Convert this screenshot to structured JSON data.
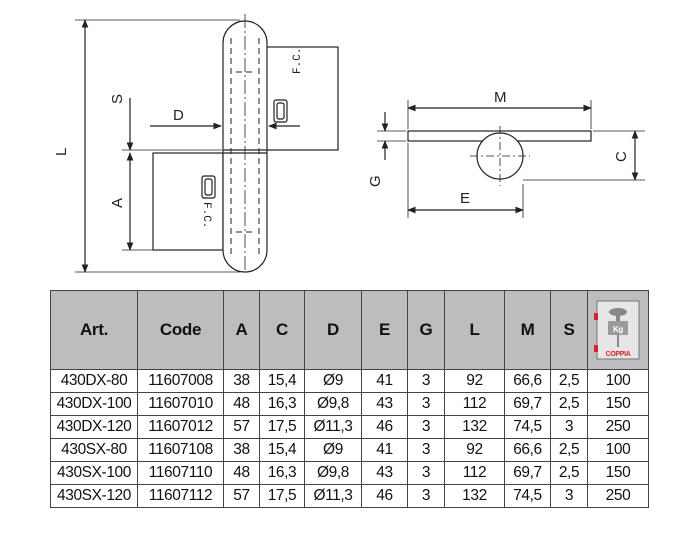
{
  "drawing": {
    "dims": {
      "L": "L",
      "S": "S",
      "D": "D",
      "A": "A",
      "M": "M",
      "C": "C",
      "G": "G",
      "E": "E",
      "fc": "F.C."
    }
  },
  "table": {
    "headers": [
      "Art.",
      "Code",
      "A",
      "C",
      "D",
      "E",
      "G",
      "L",
      "M",
      "S"
    ],
    "load_icon": {
      "weight": "Kg",
      "label": "COPPIA",
      "accent": "#e02020"
    },
    "rows": [
      [
        "430DX-80",
        "11607008",
        "38",
        "15,4",
        "Ø9",
        "41",
        "3",
        "92",
        "66,6",
        "2,5",
        "100"
      ],
      [
        "430DX-100",
        "11607010",
        "48",
        "16,3",
        "Ø9,8",
        "43",
        "3",
        "112",
        "69,7",
        "2,5",
        "150"
      ],
      [
        "430DX-120",
        "11607012",
        "57",
        "17,5",
        "Ø11,3",
        "46",
        "3",
        "132",
        "74,5",
        "3",
        "250"
      ],
      [
        "430SX-80",
        "11607108",
        "38",
        "15,4",
        "Ø9",
        "41",
        "3",
        "92",
        "66,6",
        "2,5",
        "100"
      ],
      [
        "430SX-100",
        "11607110",
        "48",
        "16,3",
        "Ø9,8",
        "43",
        "3",
        "112",
        "69,7",
        "2,5",
        "150"
      ],
      [
        "430SX-120",
        "11607112",
        "57",
        "17,5",
        "Ø11,3",
        "46",
        "3",
        "132",
        "74,5",
        "3",
        "250"
      ]
    ]
  }
}
